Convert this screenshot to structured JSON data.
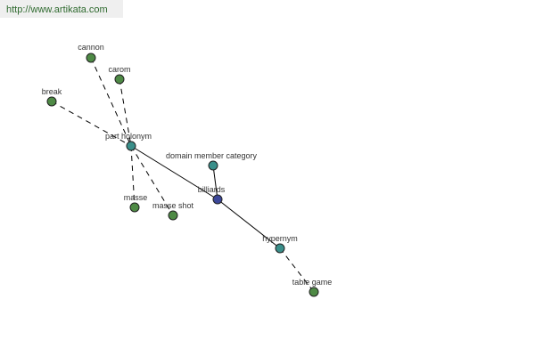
{
  "watermark": "http://www.artikata.com",
  "colors": {
    "leaf": "#4e8a45",
    "relation": "#3a8f8a",
    "center": "#3c4799"
  },
  "nodes": {
    "cannon": "cannon",
    "carom": "carom",
    "break": "break",
    "part_holonym": "part holonym",
    "masse": "masse",
    "masse_shot": "masse shot",
    "domain_member_category": "domain member category",
    "billiards": "billiards",
    "hypernym": "hypernym",
    "table_game": "table game"
  }
}
